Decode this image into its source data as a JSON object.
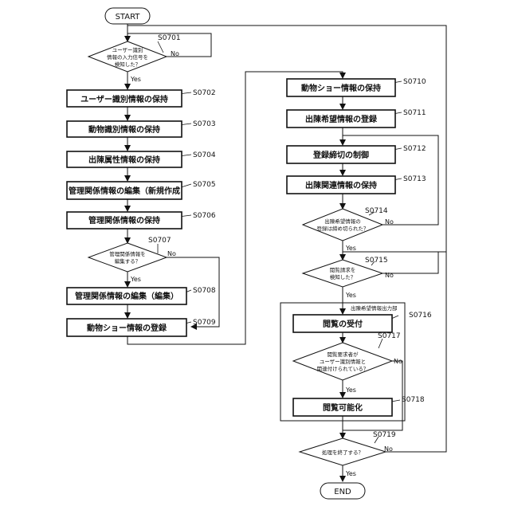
{
  "terminals": {
    "start": "START",
    "end": "END"
  },
  "steps": {
    "s0701": {
      "id": "S0701",
      "lines": [
        "ユーザー識別",
        "情報の入力信号を",
        "検知した？"
      ],
      "yes": "Yes",
      "no": "No"
    },
    "s0702": {
      "id": "S0702",
      "label": "ユーザー識別情報の保持"
    },
    "s0703": {
      "id": "S0703",
      "label": "動物識別情報の保持"
    },
    "s0704": {
      "id": "S0704",
      "label": "出陳属性情報の保持"
    },
    "s0705": {
      "id": "S0705",
      "label": "管理関係情報の編集（新規作成"
    },
    "s0706": {
      "id": "S0706",
      "label": "管理関係情報の保持"
    },
    "s0707": {
      "id": "S0707",
      "lines": [
        "管理関係情報を",
        "編集する？"
      ],
      "yes": "Yes",
      "no": "No"
    },
    "s0708": {
      "id": "S0708",
      "label": "管理関係情報の編集（編集）"
    },
    "s0709": {
      "id": "S0709",
      "label": "動物ショー情報の登録"
    },
    "s0710": {
      "id": "S0710",
      "label": "動物ショー情報の保持"
    },
    "s0711": {
      "id": "S0711",
      "label": "出陳希望情報の登録"
    },
    "s0712": {
      "id": "S0712",
      "label": "登録締切の制御"
    },
    "s0713": {
      "id": "S0713",
      "label": "出陳関連情報の保持"
    },
    "s0714": {
      "id": "S0714",
      "lines": [
        "出陳希望情報の",
        "登録は締め切られた？"
      ],
      "yes": "Yes",
      "no": "No"
    },
    "s0715": {
      "id": "S0715",
      "lines": [
        "閲覧請求を",
        "検知した？"
      ],
      "yes": "Yes",
      "no": "No"
    },
    "s0716": {
      "id": "S0716",
      "label": "閲覧の受付"
    },
    "s0717": {
      "id": "S0717",
      "lines": [
        "閲覧要求者が",
        "ユーザー識別情報と",
        "関連付けられている？"
      ],
      "yes": "Yes",
      "no": "No"
    },
    "s0718": {
      "id": "S0718",
      "label": "閲覧可能化"
    },
    "s0719": {
      "id": "S0719",
      "lines": [
        "処理を終了する？"
      ],
      "yes": "Yes",
      "no": "No"
    }
  },
  "group": {
    "label": "出陳希望情報出力部"
  }
}
